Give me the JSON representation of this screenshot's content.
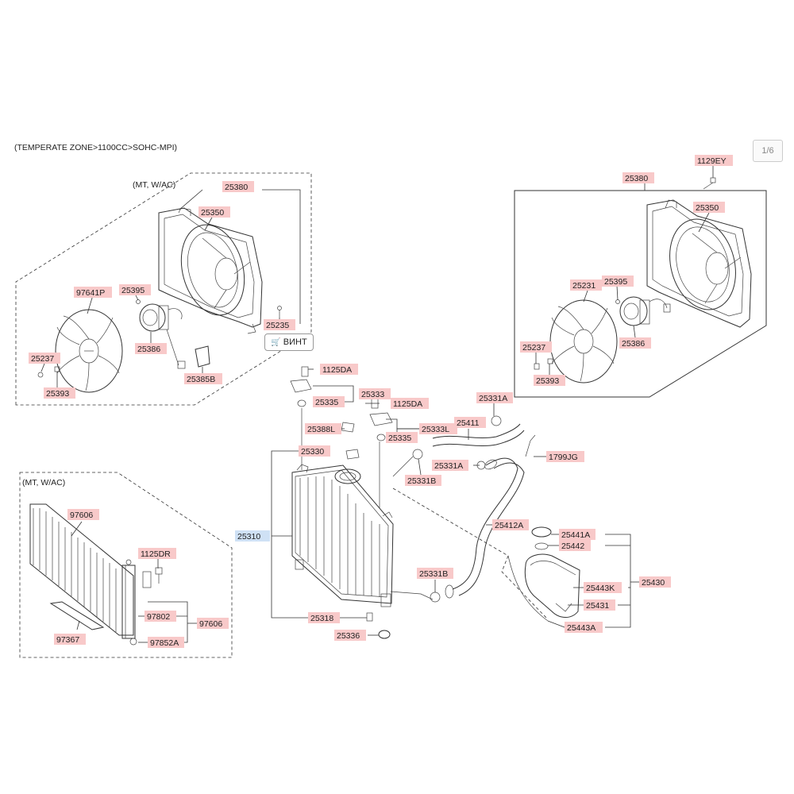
{
  "header": {
    "title": "(TEMPERATE ZONE>1100CC>SOHC-MPI)"
  },
  "pager": {
    "label": "1/6"
  },
  "vint_button": {
    "label": "ВИНТ",
    "icon": "cart-icon"
  },
  "groups": {
    "fan_mt": {
      "label": "(MT, W/AC)"
    },
    "condenser_mt": {
      "label": "(MT, W/AC)"
    }
  },
  "callouts": {
    "c25380a": "25380",
    "c25350a": "25350",
    "c97641p": "97641P",
    "c25395a": "25395",
    "c25235": "25235",
    "c25237a": "25237",
    "c25393a": "25393",
    "c25386a": "25386",
    "c25385b": "25385B",
    "c1129ey": "1129EY",
    "c25380b": "25380",
    "c25350b": "25350",
    "c25231": "25231",
    "c25395b": "25395",
    "c25237b": "25237",
    "c25386b": "25386",
    "c25393b": "25393",
    "c1125da1": "1125DA",
    "c25333": "25333",
    "c25335a": "25335",
    "c1125da2": "1125DA",
    "c25388l": "25388L",
    "c25333l": "25333L",
    "c25335b": "25335",
    "c25330": "25330",
    "c25310": "25310",
    "c25318": "25318",
    "c25336": "25336",
    "c25331a1": "25331A",
    "c25411": "25411",
    "c1799jg": "1799JG",
    "c25331a2": "25331A",
    "c25331b1": "25331B",
    "c25412a": "25412A",
    "c25331b2": "25331B",
    "c25441a": "25441A",
    "c25442": "25442",
    "c25430": "25430",
    "c25443k": "25443K",
    "c25431": "25431",
    "c25443a": "25443A",
    "c97606a": "97606",
    "c1125dr": "1125DR",
    "c97802": "97802",
    "c97606b": "97606",
    "c97367": "97367",
    "c97852a": "97852A"
  },
  "selected_callout": "25310"
}
